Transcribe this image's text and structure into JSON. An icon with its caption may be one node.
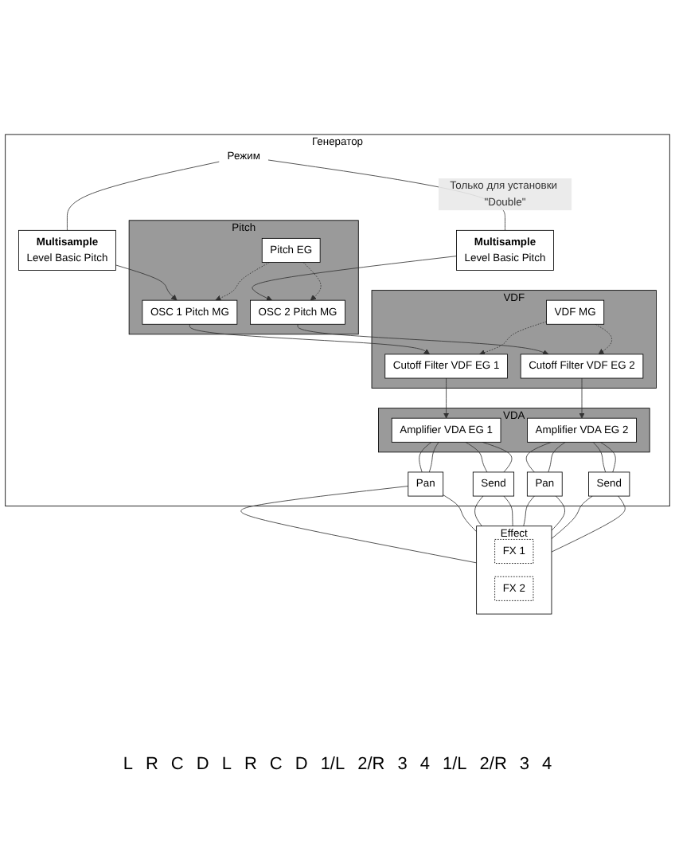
{
  "diagram": {
    "nodes": [
      {
        "text": [
          "Генератор"
        ]
      },
      {
        "text": [
          "Режим"
        ],
        "in": 0
      },
      {
        "text": [
          "Multisample",
          "Level Basic Pitch"
        ],
        "in": 0
      },
      {
        "text": [
          "Multisample",
          "Level Basic Pitch"
        ],
        "in": 0
      },
      {
        "text": [
          "Pitch"
        ],
        "in": 0
      },
      {
        "text": [
          "OSC 1 Pitch MG"
        ],
        "in": 4
      },
      {
        "text": [
          "Pitch EG"
        ],
        "in": 4
      },
      {
        "text": [
          "OSC 2 Pitch MG"
        ],
        "in": 4
      },
      {
        "text": [
          "VDF"
        ],
        "in": 0
      },
      {
        "text": [
          "Cutoff Filter VDF EG 1"
        ],
        "in": 8
      },
      {
        "text": [
          "VDF MG"
        ],
        "in": 8
      },
      {
        "text": [
          "Cutoff Filter VDF EG 2"
        ],
        "in": 8
      },
      {
        "text": [
          "VDA"
        ],
        "in": 0
      },
      {
        "text": [
          "Amplifier VDA EG 1"
        ],
        "in": 12
      },
      {
        "text": [
          "Amplifier VDA EG 2"
        ],
        "in": 12
      },
      {
        "text": [
          "Pan"
        ],
        "in": 0
      },
      {
        "text": [
          "Send"
        ],
        "in": 0
      },
      {
        "text": [
          "Pan"
        ],
        "in": 0
      },
      {
        "text": [
          "Send"
        ],
        "in": 0
      },
      {
        "text": [
          "Effect"
        ]
      },
      {
        "text": [
          "FX 1"
        ],
        "in": 19
      },
      {
        "text": [
          "FX 2"
        ],
        "in": 19
      }
    ],
    "edges": [
      {
        "from": 1,
        "to": 2,
        "arrow": "none"
      },
      {
        "from": 1,
        "to": 3,
        "arrow": "none",
        "label": "Только для установки \"Double\""
      },
      {
        "from": 2,
        "to": 5,
        "arrow": "to"
      },
      {
        "from": 3,
        "to": 7,
        "arrow": "to"
      },
      {
        "from": 6,
        "to": 5,
        "arrow": "to",
        "style": "dashed"
      },
      {
        "from": 6,
        "to": 7,
        "arrow": "to",
        "style": "dashed"
      },
      {
        "from": 5,
        "to": 9,
        "arrow": "to"
      },
      {
        "from": 7,
        "to": 11,
        "arrow": "to"
      },
      {
        "from": 10,
        "to": 9,
        "arrow": "to",
        "style": "dashed"
      },
      {
        "from": 10,
        "to": 11,
        "arrow": "to",
        "style": "dashed"
      },
      {
        "from": 9,
        "to": 13,
        "arrow": "to"
      },
      {
        "from": 11,
        "to": 14,
        "arrow": "to"
      },
      {
        "from": 13,
        "to": 15,
        "arrow": "none"
      },
      {
        "from": 13,
        "to": 15,
        "arrow": "none"
      },
      {
        "from": 13,
        "to": 16,
        "arrow": "none"
      },
      {
        "from": 13,
        "to": 16,
        "arrow": "none"
      },
      {
        "from": 14,
        "to": 17,
        "arrow": "none"
      },
      {
        "from": 14,
        "to": 17,
        "arrow": "none"
      },
      {
        "from": 14,
        "to": 18,
        "arrow": "none"
      },
      {
        "from": 14,
        "to": 18,
        "arrow": "none"
      },
      {
        "from": 15,
        "to": 19,
        "arrow": "none"
      },
      {
        "from": 15,
        "to": 19,
        "arrow": "none"
      },
      {
        "from": 16,
        "to": 19,
        "arrow": "none"
      },
      {
        "from": 16,
        "to": 19,
        "arrow": "none"
      },
      {
        "from": 17,
        "to": 19,
        "arrow": "none"
      },
      {
        "from": 17,
        "to": 19,
        "arrow": "none"
      },
      {
        "from": 18,
        "to": 19,
        "arrow": "none"
      },
      {
        "from": 18,
        "to": 19,
        "arrow": "none"
      }
    ],
    "labels": [
      "L",
      "R",
      "C",
      "D",
      "L",
      "R",
      "C",
      "D",
      "1/L",
      "2/R",
      "3",
      "4",
      "1/L",
      "2/R",
      "3",
      "4"
    ]
  }
}
